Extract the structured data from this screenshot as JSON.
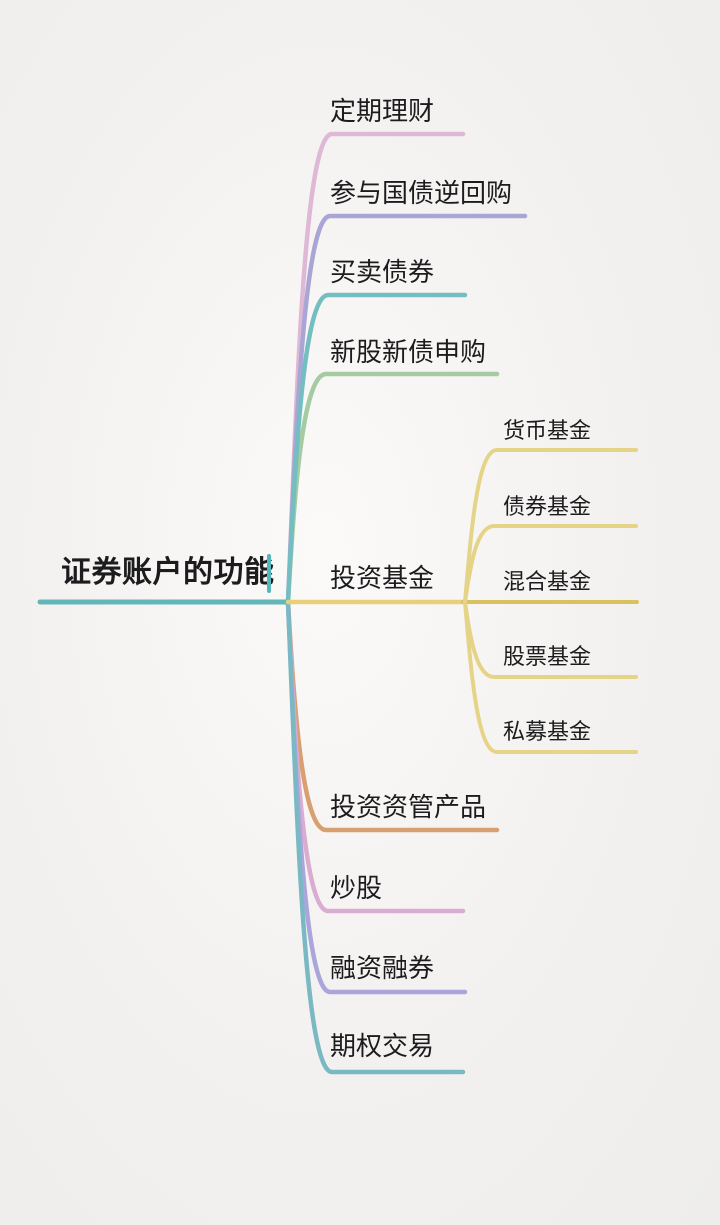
{
  "background": "#f2f1ef",
  "text_color": "#1c1c1e",
  "root": {
    "label": "证券账户的功能",
    "line_color": "#62b6ba",
    "cursor_color": "#55b7bd"
  },
  "branches": [
    {
      "label": "定期理财",
      "color": "#deb8d5"
    },
    {
      "label": "参与国债逆回购",
      "color": "#a9a6d6"
    },
    {
      "label": "买卖债券",
      "color": "#74bec2"
    },
    {
      "label": "新股新债申购",
      "color": "#a4cba2"
    },
    {
      "label": "投资基金",
      "color": "#e7d078",
      "children": [
        {
          "label": "货币基金",
          "color": "#e5d488"
        },
        {
          "label": "债券基金",
          "color": "#e5d488"
        },
        {
          "label": "混合基金",
          "color": "#d9c25e"
        },
        {
          "label": "股票基金",
          "color": "#e5d488"
        },
        {
          "label": "私募基金",
          "color": "#e5d488"
        }
      ]
    },
    {
      "label": "投资资管产品",
      "color": "#d8a070"
    },
    {
      "label": "炒股",
      "color": "#dbacd2"
    },
    {
      "label": "融资融券",
      "color": "#aaa6dc"
    },
    {
      "label": "期权交易",
      "color": "#7ab8c4"
    }
  ]
}
